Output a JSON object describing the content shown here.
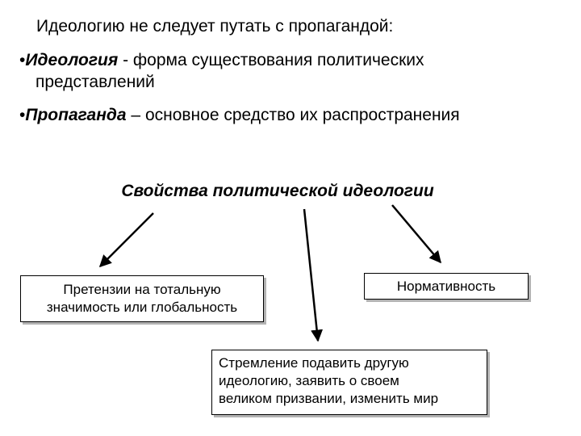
{
  "intro": "Идеологию не следует путать с пропагандой:",
  "bullets": [
    {
      "marker": "•",
      "term": "Идеология",
      "rest": " - форма существования политических",
      "cont": "представлений"
    },
    {
      "marker": "•",
      "term": "Пропаганда",
      "rest": " – основное средство их распространения"
    }
  ],
  "diagram": {
    "title": "Свойства политической идеологии",
    "boxes": [
      {
        "lines": [
          "Претензии на тотальную",
          "значимость или глобальность"
        ]
      },
      {
        "lines": [
          "Нормативность"
        ]
      },
      {
        "lines": [
          "Стремление подавить другую",
          "идеологию, заявить о своем",
          "великом призвании, изменить мир"
        ]
      }
    ]
  },
  "colors": {
    "text": "#000000",
    "background": "#ffffff",
    "box_shadow": "#b3b3b3"
  }
}
